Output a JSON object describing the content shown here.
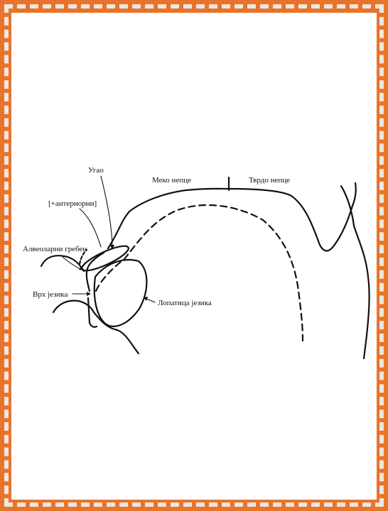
{
  "labels": {
    "ugao": "Угао",
    "meko_nepce": "Меко непце",
    "tvrdo_nepce": "Тврдо непце",
    "anteriorni": "[+антериорни]",
    "alveolarni_greben": "Алвеоларни гребен",
    "vrh_jezika": "Врх језика",
    "lopatica_jezika": "Лопатица језика"
  },
  "colors": {
    "border": "#e8742c",
    "border_dash": "#ece7e0",
    "ink": "#111111",
    "paper": "#ffffff"
  }
}
